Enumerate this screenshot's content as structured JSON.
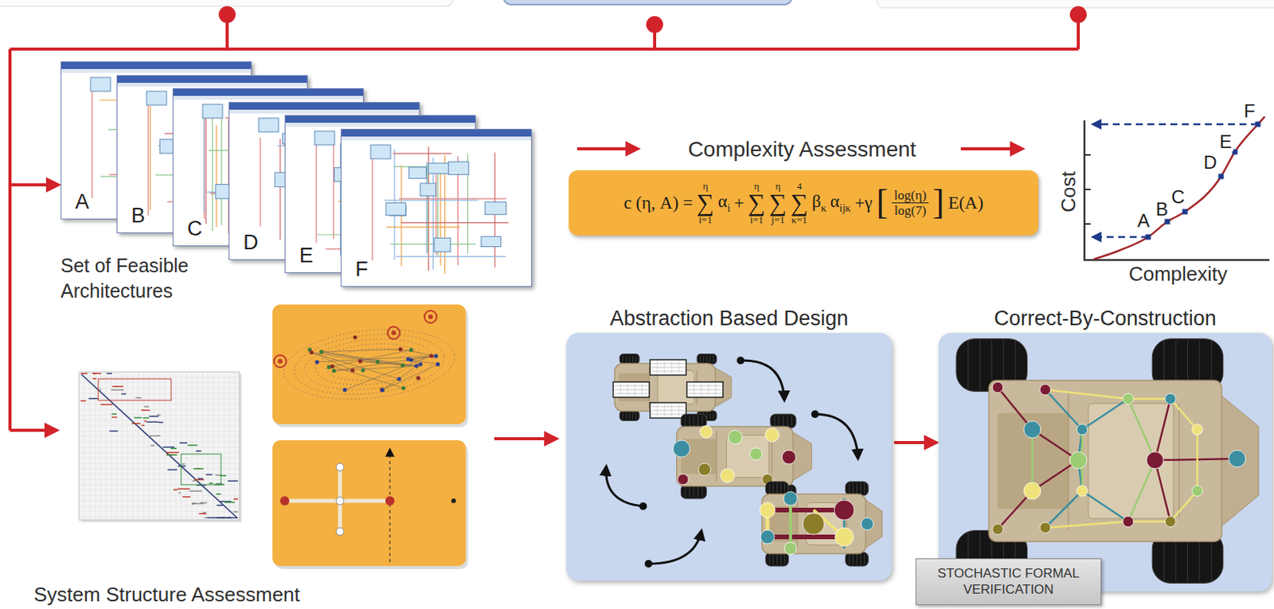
{
  "diagram": {
    "nodes": [
      {
        "text": [
          "A"
        ]
      },
      {
        "text": [
          "B"
        ]
      },
      {
        "text": [
          "C"
        ]
      },
      {
        "text": [
          "D"
        ]
      },
      {
        "text": [
          "E"
        ]
      },
      {
        "text": [
          "F"
        ]
      },
      {
        "text": [
          "c (η, A) =",
          "η",
          "∑",
          "i=1",
          "α",
          "i",
          "+",
          "η",
          "∑",
          "i=1",
          "η",
          "∑",
          "j=1",
          "4",
          "∑",
          "κ=1",
          "β",
          "κ",
          "α",
          "ijκ",
          "+γ",
          "[",
          "log(η)",
          "log(7)",
          "]",
          "E(A)"
        ]
      },
      {
        "text": [
          "Abstraction Based Design"
        ]
      },
      {
        "text": [
          "Correct-By-Construction"
        ]
      },
      {
        "text": [
          "STOCHASTIC FORMAL VERIFICATION"
        ]
      }
    ],
    "edges": [
      {
        "from": 7,
        "to": 8,
        "arrow": "to"
      }
    ],
    "labels": [
      "Set of Feasible Architectures",
      "Complexity Assessment",
      "Cost",
      "Complexity",
      "A",
      "B",
      "C",
      "D",
      "E",
      "F",
      "System Structure Assessment"
    ]
  }
}
